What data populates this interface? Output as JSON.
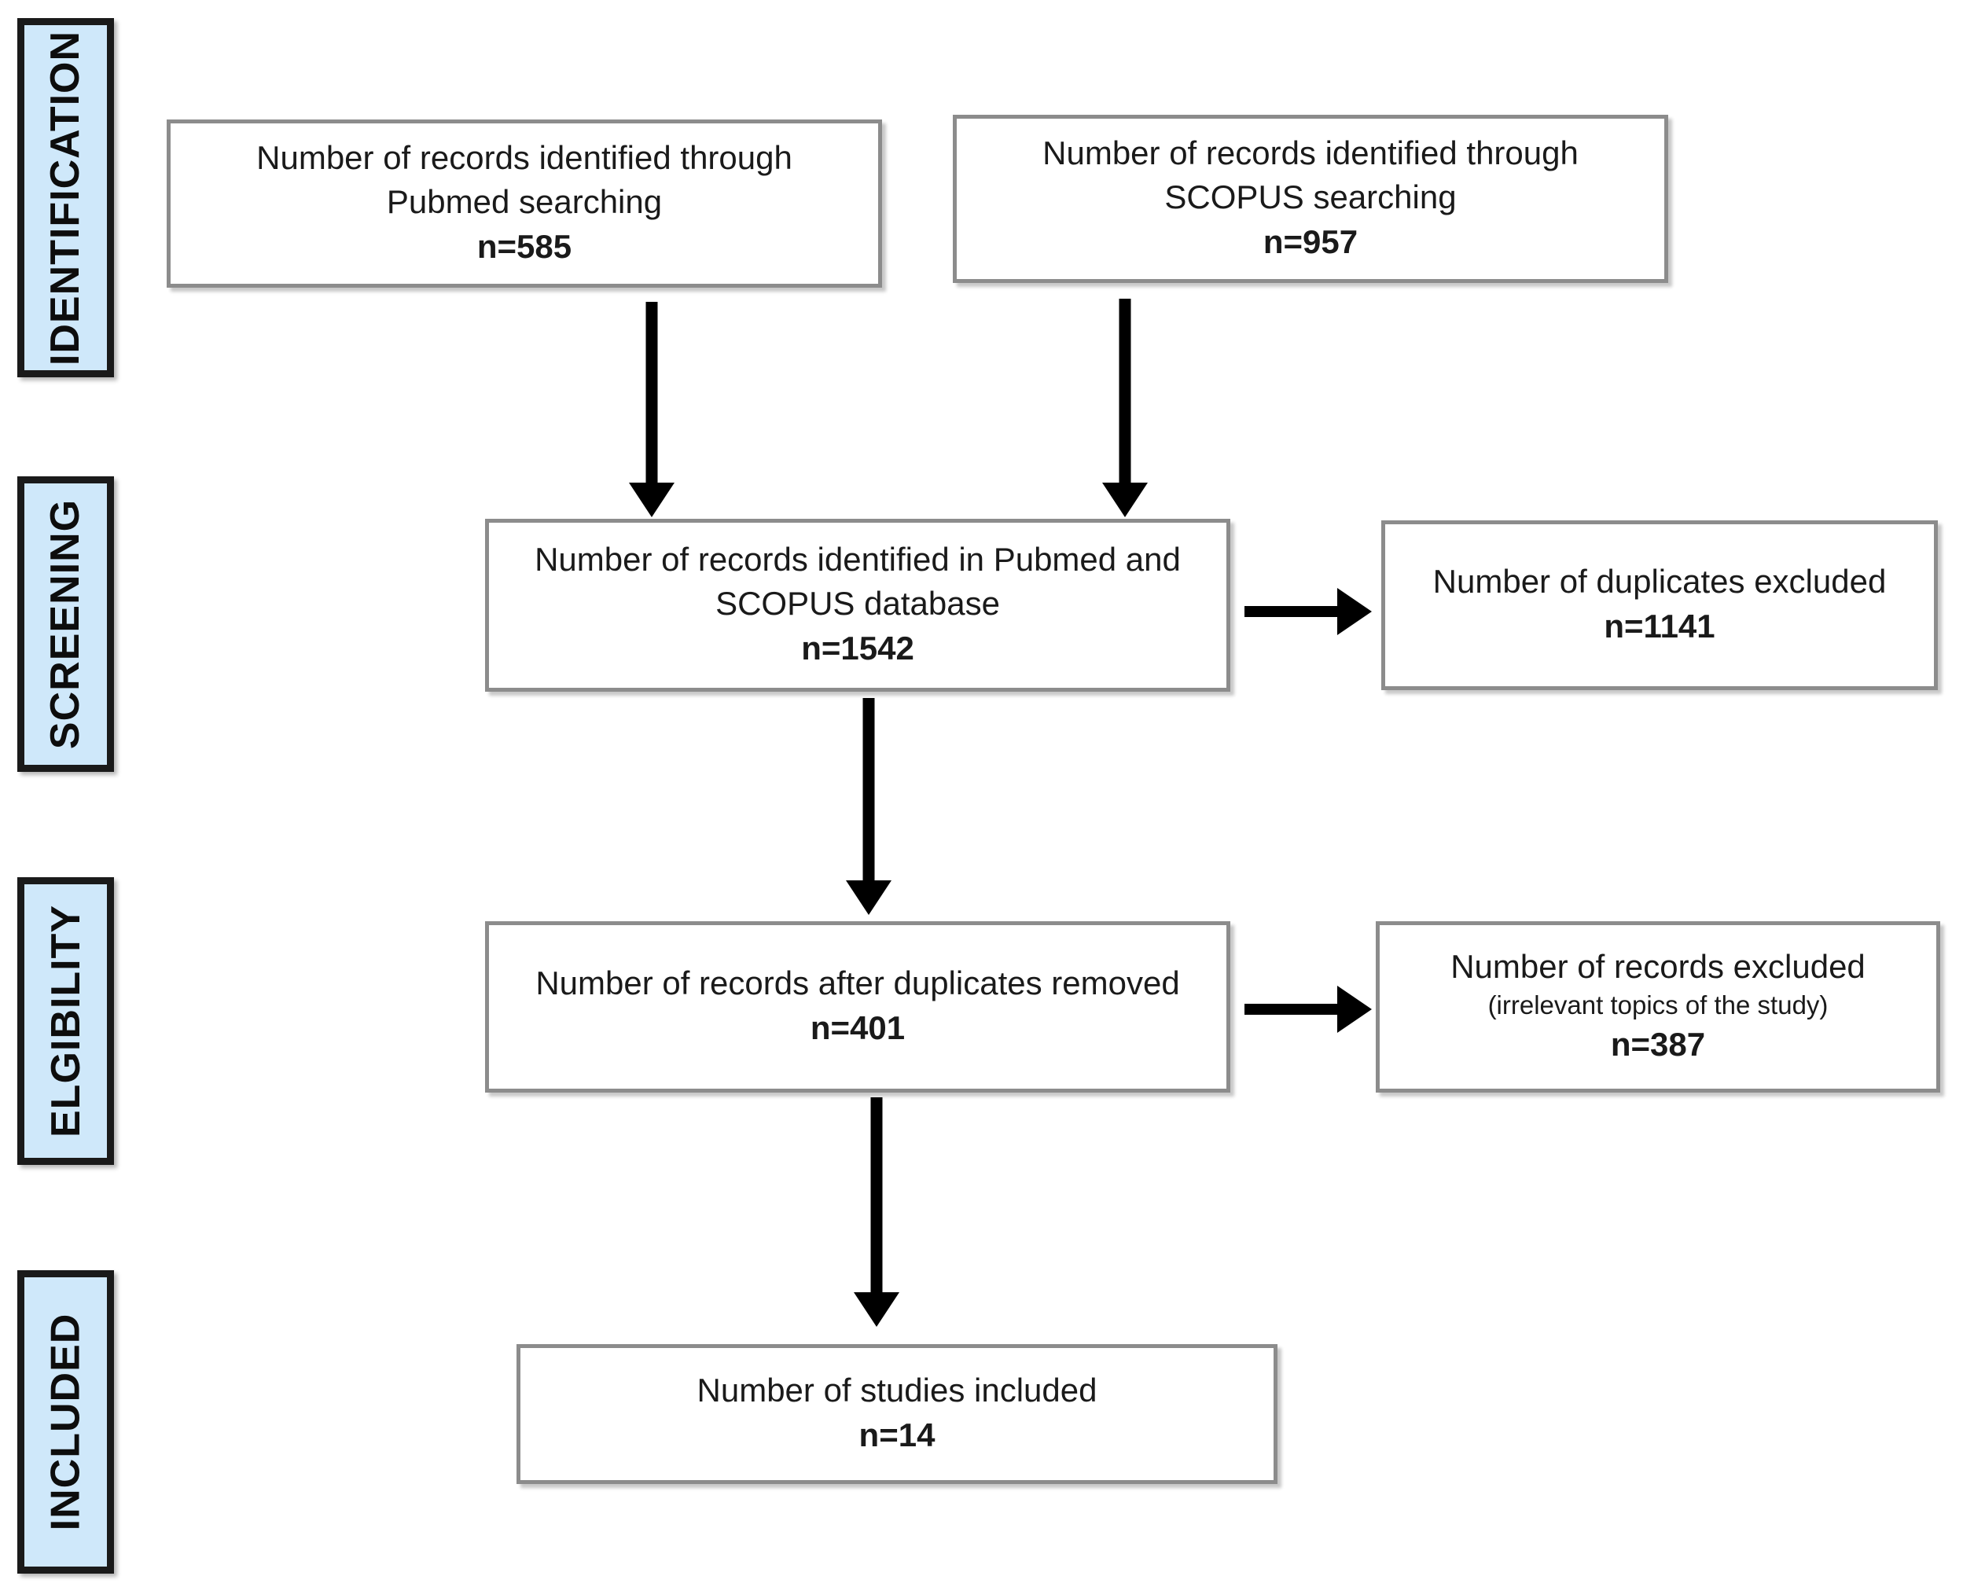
{
  "diagram": {
    "type": "prisma-flow-diagram",
    "colors": {
      "stage_label_fill": "#cfe8fa",
      "stage_label_border": "#1a1a1a",
      "box_border": "#8c8c8c",
      "box_fill": "#ffffff",
      "arrow": "#000000",
      "text": "#1a1a1a"
    },
    "stages": [
      {
        "id": "identification",
        "label": "IDENTIFICATION"
      },
      {
        "id": "screening",
        "label": "SCREENING"
      },
      {
        "id": "eligibility",
        "label": "ELGIBILITY"
      },
      {
        "id": "included",
        "label": "INCLUDED"
      }
    ],
    "boxes": [
      {
        "id": "pubmed-records",
        "line1": "Number of records identified through",
        "line2": "Pubmed searching",
        "count": "n=585",
        "count_value": 585
      },
      {
        "id": "scopus-records",
        "line1": "Number of records identified through",
        "line2": "SCOPUS searching",
        "count": "n=957",
        "count_value": 957
      },
      {
        "id": "combined-records",
        "line1": "Number of records identified in Pubmed and",
        "line2": "SCOPUS database",
        "count": "n=1542",
        "count_value": 1542
      },
      {
        "id": "duplicates-excluded",
        "line1": "Number of duplicates excluded",
        "count": "n=1141",
        "count_value": 1141
      },
      {
        "id": "after-duplicates-removed",
        "line1": "Number of records after duplicates removed",
        "count": "n=401",
        "count_value": 401
      },
      {
        "id": "records-excluded",
        "line1": "Number of records excluded",
        "line2": "(irrelevant topics of the study)",
        "count": "n=387",
        "count_value": 387
      },
      {
        "id": "studies-included",
        "line1": "Number of studies included",
        "count": "n=14",
        "count_value": 14
      }
    ],
    "arrows": [
      {
        "id": "pubmed-to-combined",
        "direction": "down"
      },
      {
        "id": "scopus-to-combined",
        "direction": "down"
      },
      {
        "id": "combined-to-duplicates",
        "direction": "right"
      },
      {
        "id": "combined-to-after-duplicates",
        "direction": "down"
      },
      {
        "id": "after-duplicates-to-excluded",
        "direction": "right"
      },
      {
        "id": "after-duplicates-to-included",
        "direction": "down"
      }
    ]
  }
}
